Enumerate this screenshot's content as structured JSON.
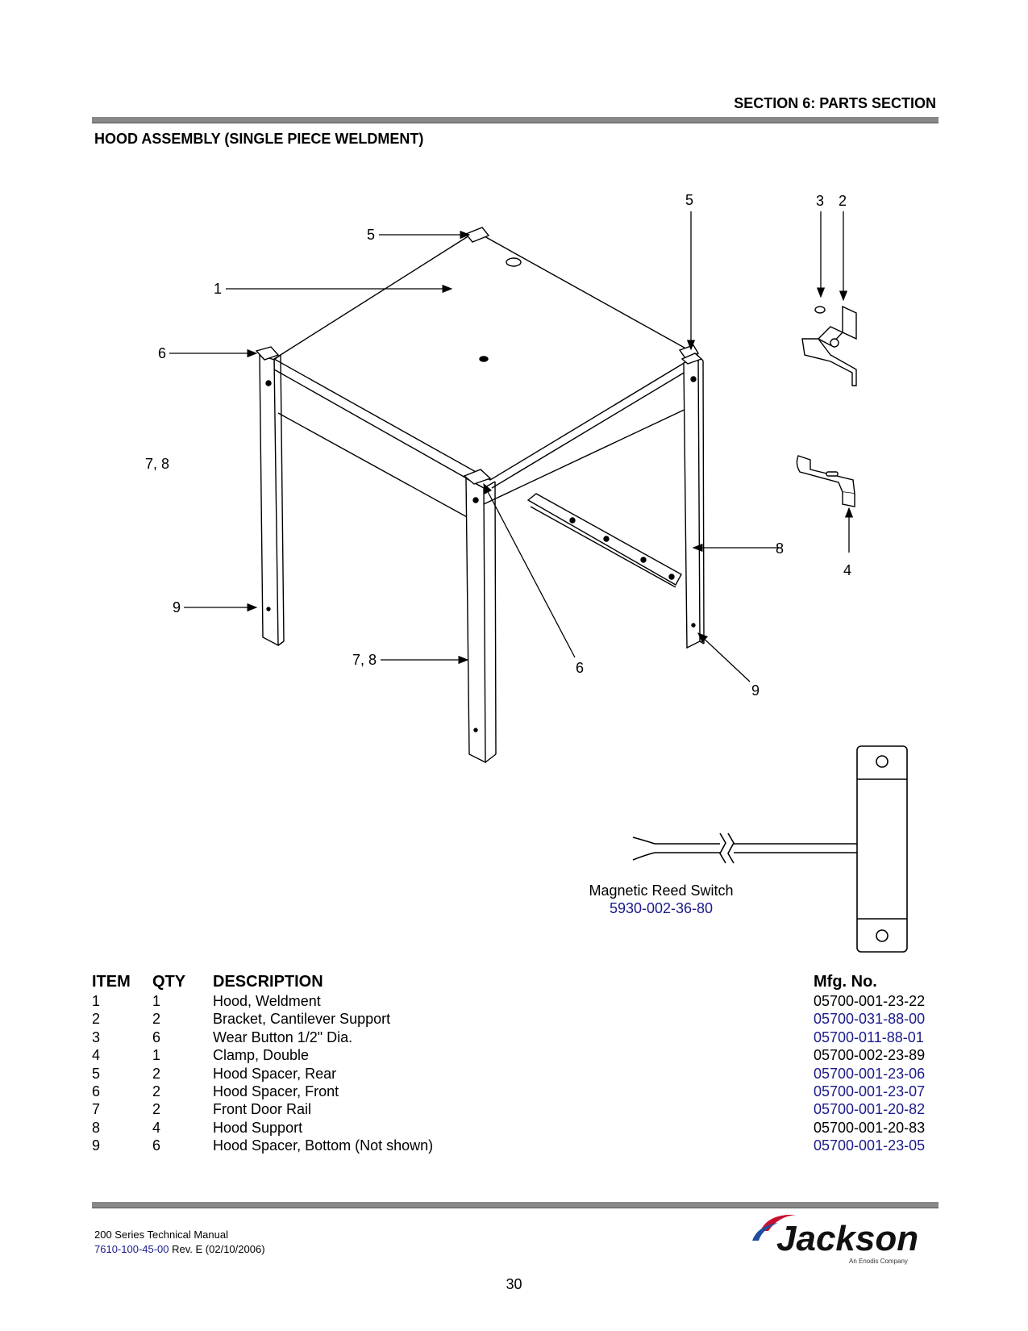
{
  "header": {
    "section": "SECTION 6: PARTS SECTION",
    "title": "HOOD ASSEMBLY (SINGLE PIECE WELDMENT)"
  },
  "diagram": {
    "callouts": {
      "c5_top_right": "5",
      "c3": "3",
      "c2": "2",
      "c5_top_left": "5",
      "c1": "1",
      "c6_left": "6",
      "c78_left": "7, 8",
      "c8_right": "8",
      "c4": "4",
      "c9_left": "9",
      "c78_front": "7, 8",
      "c6_front": "6",
      "c9_right": "9"
    },
    "reed_switch": {
      "name": "Magnetic Reed Switch",
      "part_no": "5930-002-36-80"
    }
  },
  "parts_table": {
    "headers": {
      "item": "ITEM",
      "qty": "QTY",
      "description": "DESCRIPTION",
      "mfg": "Mfg. No."
    },
    "rows": [
      {
        "item": "1",
        "qty": "1",
        "description": "Hood, Weldment",
        "mfg": "05700-001-23-22",
        "linked": false
      },
      {
        "item": "2",
        "qty": "2",
        "description": "Bracket, Cantilever Support",
        "mfg": "05700-031-88-00",
        "linked": true
      },
      {
        "item": "3",
        "qty": "6",
        "description": "Wear Button 1/2\" Dia.",
        "mfg": "05700-011-88-01",
        "linked": true
      },
      {
        "item": "4",
        "qty": "1",
        "description": "Clamp, Double",
        "mfg": "05700-002-23-89",
        "linked": false
      },
      {
        "item": "5",
        "qty": "2",
        "description": "Hood Spacer, Rear",
        "mfg": "05700-001-23-06",
        "linked": true
      },
      {
        "item": "6",
        "qty": "2",
        "description": "Hood Spacer, Front",
        "mfg": "05700-001-23-07",
        "linked": true
      },
      {
        "item": "7",
        "qty": "2",
        "description": "Front Door Rail",
        "mfg": "05700-001-20-82",
        "linked": true
      },
      {
        "item": "8",
        "qty": "4",
        "description": "Hood Support",
        "mfg": "05700-001-20-83",
        "linked": false
      },
      {
        "item": "9",
        "qty": "6",
        "description": "Hood Spacer, Bottom (Not shown)",
        "mfg": "05700-001-23-05",
        "linked": true
      }
    ]
  },
  "footer": {
    "manual": "200 Series Technical Manual",
    "doc_no": "7610-100-45-00",
    "rev": " Rev. E (02/10/2006)",
    "brand": "Jackson",
    "brand_tagline": "An Enodis Company",
    "page": "30"
  },
  "colors": {
    "link": "#1a1a8c",
    "rule": "#888888",
    "logo_red": "#c8102e",
    "logo_blue": "#1f4e9c"
  }
}
